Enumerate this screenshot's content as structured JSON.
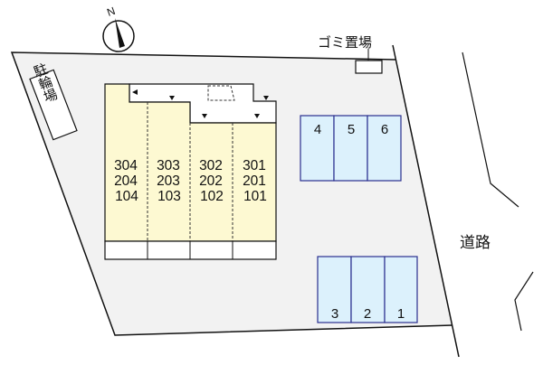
{
  "compass": {
    "label": "N",
    "icon": "north-arrow-icon"
  },
  "bicycle_parking": {
    "label": "駐輪場"
  },
  "garbage": {
    "label": "ゴミ置場"
  },
  "road": {
    "label": "道路"
  },
  "building": {
    "columns": [
      {
        "units": [
          "304",
          "204",
          "104"
        ]
      },
      {
        "units": [
          "303",
          "203",
          "103"
        ]
      },
      {
        "units": [
          "302",
          "202",
          "102"
        ]
      },
      {
        "units": [
          "301",
          "201",
          "101"
        ]
      }
    ]
  },
  "parking_top": [
    "4",
    "5",
    "6"
  ],
  "parking_bottom": [
    "3",
    "2",
    "1"
  ],
  "colors": {
    "lot": "#f2f2f2",
    "building": "#fdf9d2",
    "parking_fill": "#dcf1fc",
    "parking_stroke": "#2a2f8f"
  }
}
